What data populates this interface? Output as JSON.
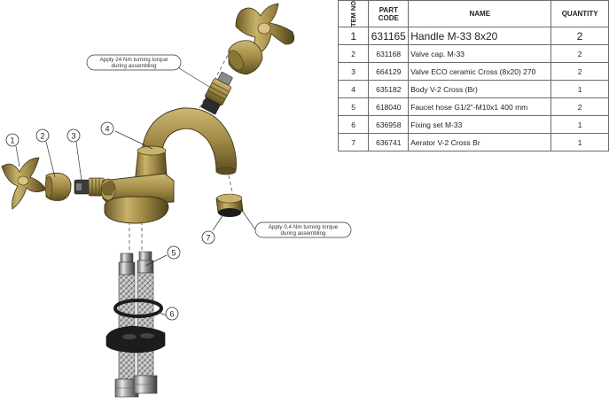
{
  "bom": {
    "headers": {
      "item_no": "ITEM NO.",
      "part_code_line1": "PART",
      "part_code_line2": "CODE",
      "name": "NAME",
      "quantity": "QUANTITY"
    },
    "rows": [
      {
        "item": "1",
        "code": "631165",
        "name": "Handle M-33 8x20",
        "qty": "2"
      },
      {
        "item": "2",
        "code": "631168",
        "name": "Valve cap. M-33",
        "qty": "2"
      },
      {
        "item": "3",
        "code": "664129",
        "name": "Valve ECO ceramic  Cross (8x20) 270",
        "qty": "2"
      },
      {
        "item": "4",
        "code": "635182",
        "name": "Body V-2 Cross (Br)",
        "qty": "1"
      },
      {
        "item": "5",
        "code": "618040",
        "name": "Faucet hose G1/2\"-M10x1 400 mm",
        "qty": "2"
      },
      {
        "item": "6",
        "code": "636958",
        "name": "Fixing set M-33",
        "qty": "1"
      },
      {
        "item": "7",
        "code": "636741",
        "name": "Aerator V-2 Cross Br",
        "qty": "1"
      }
    ]
  },
  "notes": {
    "valve_torque": {
      "line1": "Apply 24 Nm turning torque",
      "line2": "during assembling"
    },
    "aerator_torque": {
      "line1": "Apply 0,4 Nm turning torque",
      "line2": "during assembling"
    }
  },
  "callouts": [
    "1",
    "2",
    "3",
    "4",
    "5",
    "6",
    "7"
  ],
  "colors": {
    "brass_light": "#c9b26a",
    "brass_mid": "#a08a46",
    "brass_dark": "#5e4f22",
    "steel_light": "#e2e2e2",
    "steel_dark": "#5a5a5a",
    "black_part": "#1c1c1c",
    "table_border": "#6b6b6b"
  }
}
